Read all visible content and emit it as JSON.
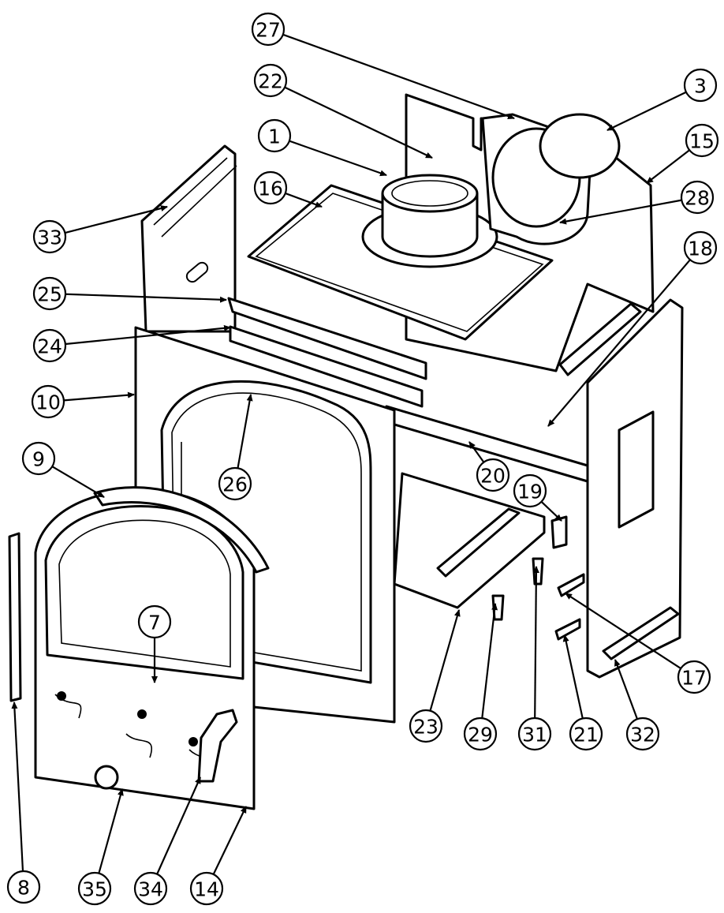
{
  "colors": {
    "ink": "#000000",
    "paper": "#ffffff"
  },
  "callouts": [
    "27",
    "22",
    "3",
    "1",
    "15",
    "16",
    "28",
    "33",
    "18",
    "25",
    "24",
    "10",
    "26",
    "20",
    "9",
    "19",
    "7",
    "23",
    "29",
    "31",
    "21",
    "32",
    "17",
    "8",
    "35",
    "34",
    "14"
  ]
}
